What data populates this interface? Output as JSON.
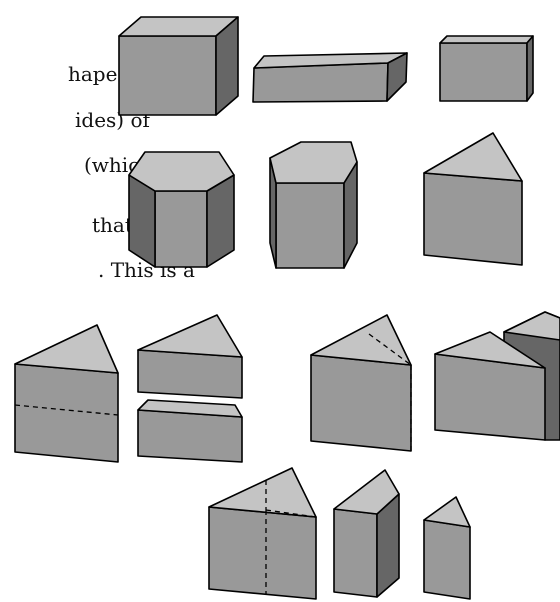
{
  "text_fragments": [
    "haped",
    "ides) of",
    "(which",
    "that they",
    ". This is a"
  ]
}
